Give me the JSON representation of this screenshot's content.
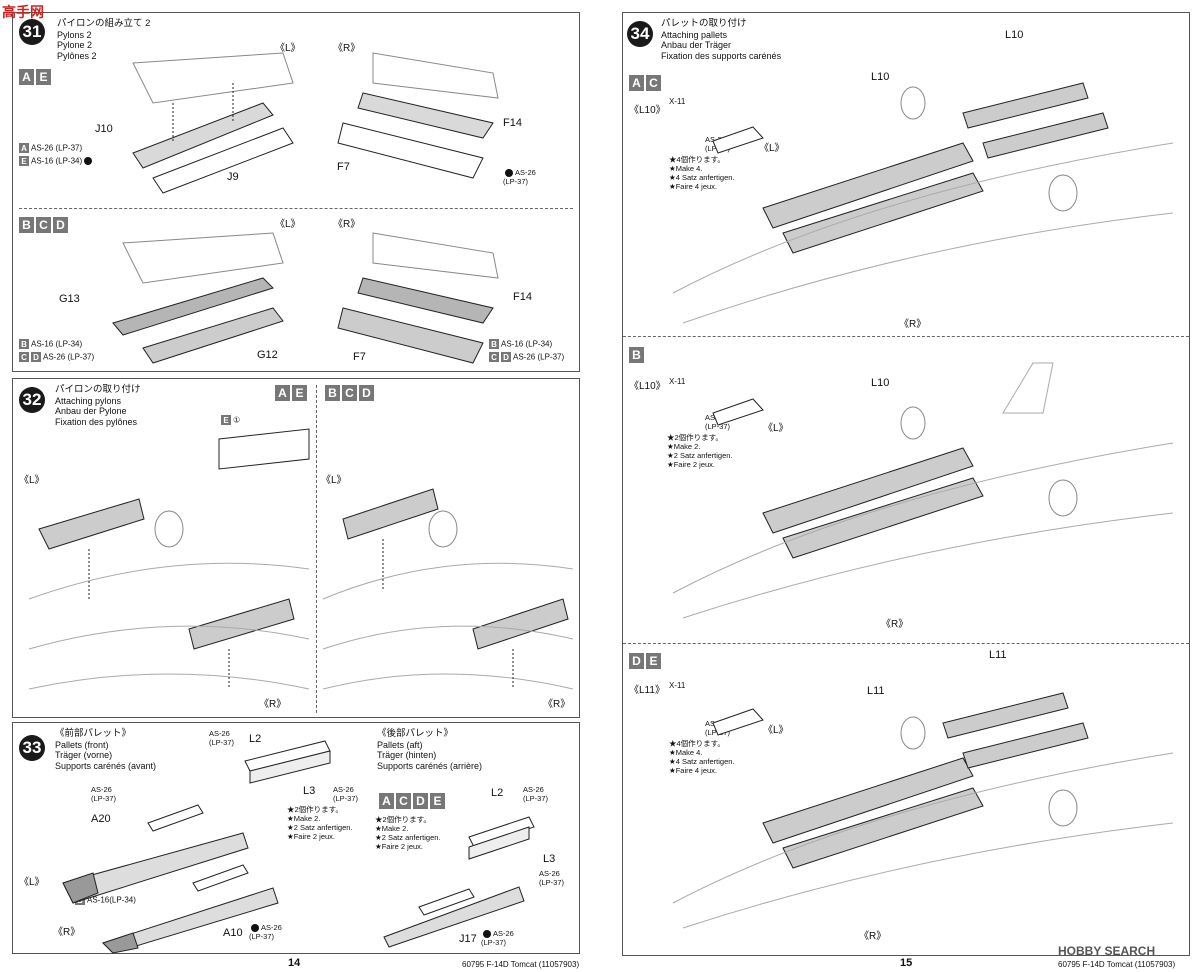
{
  "watermark_top": "高手网",
  "step31": {
    "jp": "パイロンの組み立て 2",
    "en": "Pylons 2",
    "de": "Pylone 2",
    "fr": "Pylônes 2",
    "top_letters": [
      "A",
      "E"
    ],
    "bottom_letters": [
      "B",
      "C",
      "D"
    ],
    "left": "《L》",
    "right": "《R》",
    "parts_top": {
      "j10": "J10",
      "j9": "J9",
      "f14": "F14",
      "f7": "F7"
    },
    "parts_bottom": {
      "g13": "G13",
      "g12": "G12",
      "f14": "F14",
      "f7": "F7"
    },
    "paint_a": "AS-26 (LP-37)",
    "paint_e": "AS-16 (LP-34)",
    "paint_r_top": "AS-26\n(LP-37)",
    "paint_b": "AS-16 (LP-34)",
    "paint_cd": "AS-26 (LP-37)"
  },
  "step32": {
    "num": "32",
    "jp": "パイロンの取り付け",
    "en": "Attaching pylons",
    "de": "Anbau der Pylone",
    "fr": "Fixation des pylônes",
    "left_letters": [
      "A",
      "E"
    ],
    "right_letters": [
      "B",
      "C",
      "D"
    ],
    "e_label": "E",
    "e_mark": "①",
    "left": "《L》",
    "right": "《R》"
  },
  "step33": {
    "num": "33",
    "front_jp": "《前部パレット》",
    "front_en": "Pallets (front)",
    "front_de": "Träger (vorne)",
    "front_fr": "Supports carénés (avant)",
    "aft_jp": "《後部パレット》",
    "aft_en": "Pallets (aft)",
    "aft_de": "Träger (hinten)",
    "aft_fr": "Supports carénés (arrière)",
    "aft_letters": [
      "A",
      "C",
      "D",
      "E"
    ],
    "left": "《L》",
    "right": "《R》",
    "a20": "A20",
    "a10": "A10",
    "l2": "L2",
    "l3": "L3",
    "j17": "J17",
    "paint_as26": "AS-26\n(LP-37)",
    "paint_b": "AS-16(LP-34)",
    "make2": "★2個作ります。\n★Make 2.\n★2 Satz anfertigen.\n★Faire 2 jeux."
  },
  "step34": {
    "num": "34",
    "jp": "パレットの取り付け",
    "en": "Attaching pallets",
    "de": "Anbau der Träger",
    "fr": "Fixation des supports carénés",
    "sec1_letters": [
      "A",
      "C"
    ],
    "sec2_letters": [
      "B"
    ],
    "sec3_letters": [
      "D",
      "E"
    ],
    "l10": "《L10》",
    "l11": "《L11》",
    "l10_part": "L10",
    "l11_part": "L11",
    "x11": "X-11",
    "as26": "AS-26\n(LP-37)",
    "make4": "★4個作ります。\n★Make 4.\n★4 Satz anfertigen.\n★Faire 4 jeux.",
    "make2": "★2個作ります。\n★Make 2.\n★2 Satz anfertigen.\n★Faire 2 jeux.",
    "left": "《L》",
    "right": "《R》"
  },
  "footer": {
    "page_left": "14",
    "page_right": "15",
    "title_left": "60795 F-14D Tomcat (11057903)",
    "title_right": "60795 F-14D Tomcat (11057903)",
    "watermark": "HOBBY SEARCH"
  }
}
